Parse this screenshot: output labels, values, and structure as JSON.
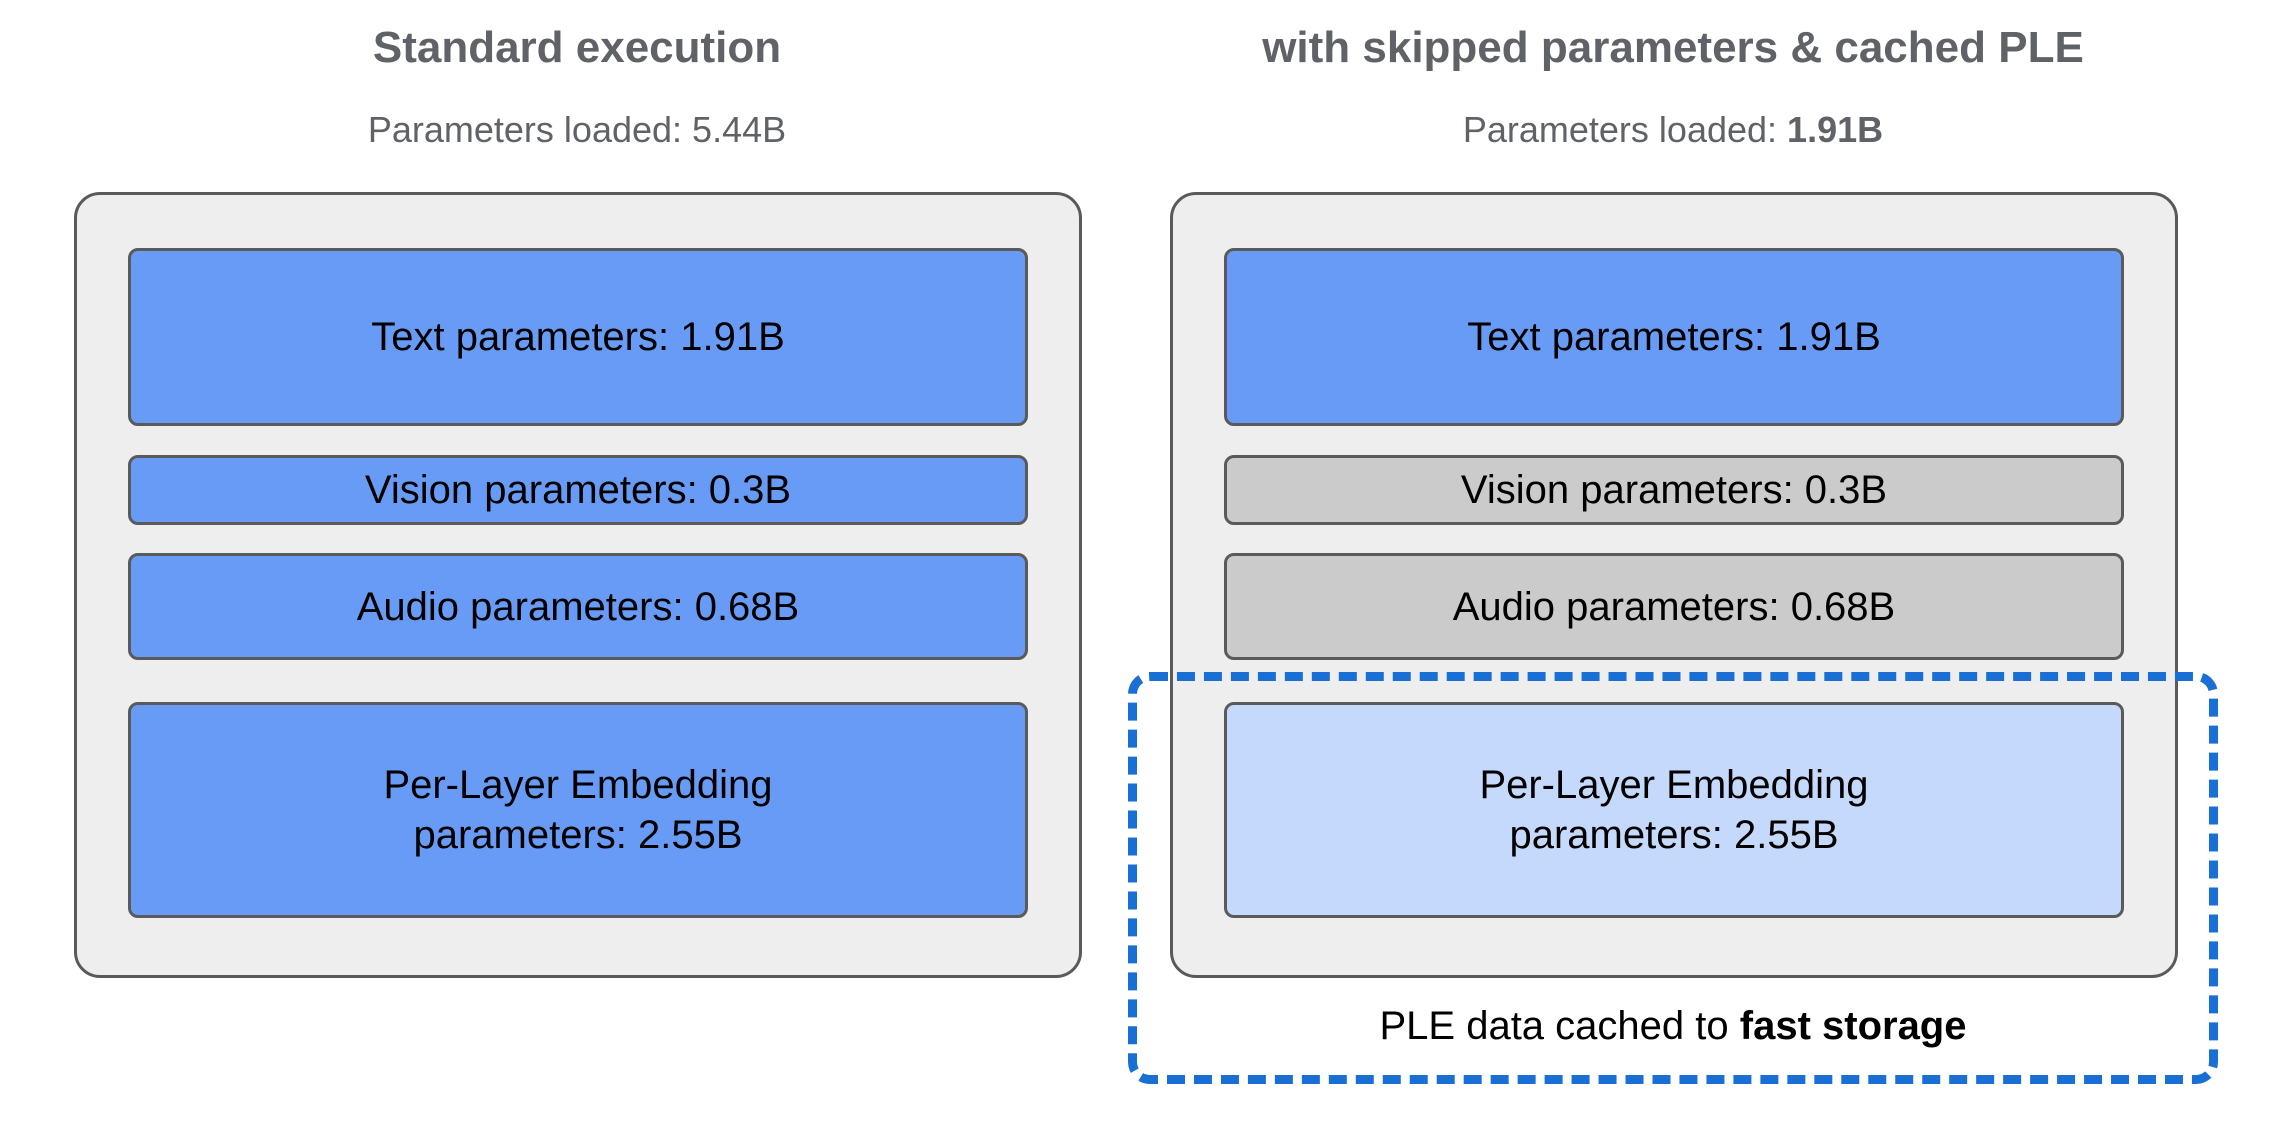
{
  "columns": [
    {
      "id": "standard",
      "title": "Standard execution",
      "subtitle_prefix": "Parameters loaded: ",
      "subtitle_value": "5.44B",
      "subtitle_value_bold": false,
      "blocks": [
        {
          "label": "Text parameters: 1.91B",
          "state": "active",
          "color": "#689bf5"
        },
        {
          "label": "Vision parameters: 0.3B",
          "state": "active",
          "color": "#689bf5"
        },
        {
          "label": "Audio parameters: 0.68B",
          "state": "active",
          "color": "#689bf5"
        },
        {
          "label_line1": "Per-Layer Embedding",
          "label_line2": "parameters: 2.55B",
          "state": "active",
          "color": "#689bf5"
        }
      ]
    },
    {
      "id": "skipped-cached",
      "title": "with skipped parameters & cached PLE",
      "subtitle_prefix": "Parameters loaded: ",
      "subtitle_value": "1.91B",
      "subtitle_value_bold": true,
      "blocks": [
        {
          "label": "Text parameters: 1.91B",
          "state": "active",
          "color": "#689bf5"
        },
        {
          "label": "Vision parameters: 0.3B",
          "state": "skipped",
          "color": "#cbcbcb"
        },
        {
          "label": "Audio parameters: 0.68B",
          "state": "skipped",
          "color": "#cbcbcb"
        },
        {
          "label_line1": "Per-Layer Embedding",
          "label_line2": "parameters: 2.55B",
          "state": "cached",
          "color": "#c5d9fd"
        }
      ]
    }
  ],
  "cache_callout": {
    "caption_prefix": "PLE data cached to ",
    "caption_emphasis": "fast storage",
    "border_color": "#1a6fd4",
    "border_style": "dashed"
  },
  "palette": {
    "panel_background": "#eeeeee",
    "panel_border": "#5a5a5a",
    "active_blue": "#689bf5",
    "skipped_gray": "#cbcbcb",
    "cached_light_blue": "#c5d9fd",
    "title_gray": "#5f6368",
    "accent_blue": "#1a6fd4",
    "page_background": "#ffffff"
  }
}
